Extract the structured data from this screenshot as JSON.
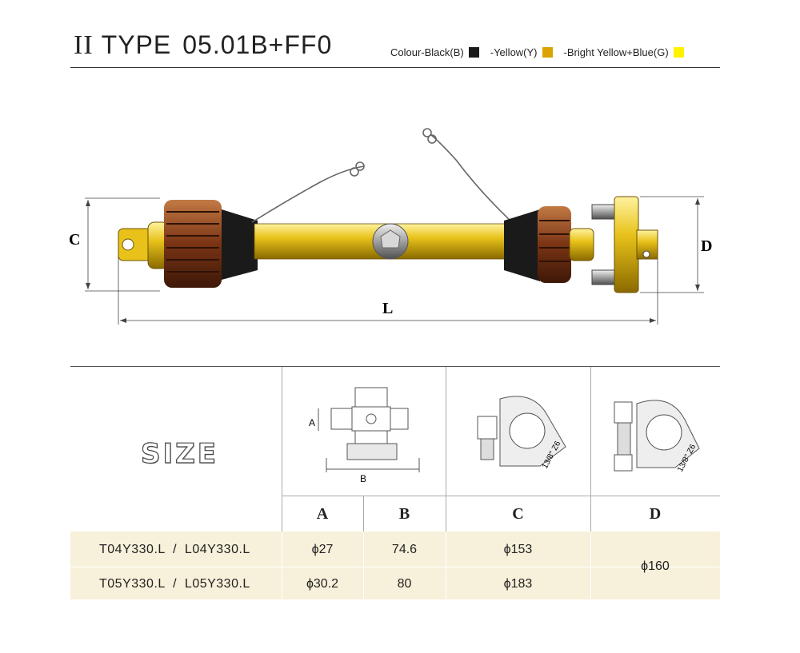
{
  "header": {
    "roman": "II",
    "type_label": "TYPE",
    "model": "05.01B+FF0"
  },
  "colours": [
    {
      "label": "Colour-Black(B)",
      "hex": "#1a1a1a"
    },
    {
      "label": "-Yellow(Y)",
      "hex": "#d9a400"
    },
    {
      "label": "-Bright Yellow+Blue(G)",
      "hex": "#fff200"
    }
  ],
  "diagram": {
    "dim_c": "C",
    "dim_d": "D",
    "dim_l": "L",
    "colors": {
      "tube": "#e8c21a",
      "guard": "#8a3f1c",
      "metal": "#b8b8b8",
      "dark": "#1a1a1a"
    }
  },
  "size_title": "SIZE",
  "figures": {
    "a_label": "A",
    "b_label": "B",
    "spline_c": "13/8\" Z6",
    "spline_d": "13/8\" Z6"
  },
  "table": {
    "headers": [
      "A",
      "B",
      "C",
      "D"
    ],
    "rows": [
      {
        "model": "T04Y330.L  /  L04Y330.L",
        "a": "ϕ27",
        "b": "74.6",
        "c": "ϕ153"
      },
      {
        "model": "T05Y330.L  /  L05Y330.L",
        "a": "ϕ30.2",
        "b": "80",
        "c": "ϕ183"
      }
    ],
    "d_shared": "ϕ160"
  }
}
